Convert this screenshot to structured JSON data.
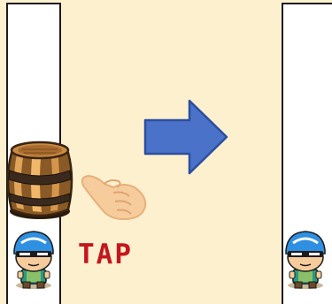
{
  "instruction": {
    "action_label": "TAP",
    "action_color": "#c4161c"
  },
  "scene": {
    "background_color": "#fdf0cf",
    "before_panel": {
      "falling_object": "barrel-icon",
      "character": "player-character",
      "gesture": "tapping-hand-icon"
    },
    "transition": {
      "icon": "right-arrow-icon",
      "color": "#4a72c8"
    },
    "after_panel": {
      "character": "player-character"
    }
  }
}
